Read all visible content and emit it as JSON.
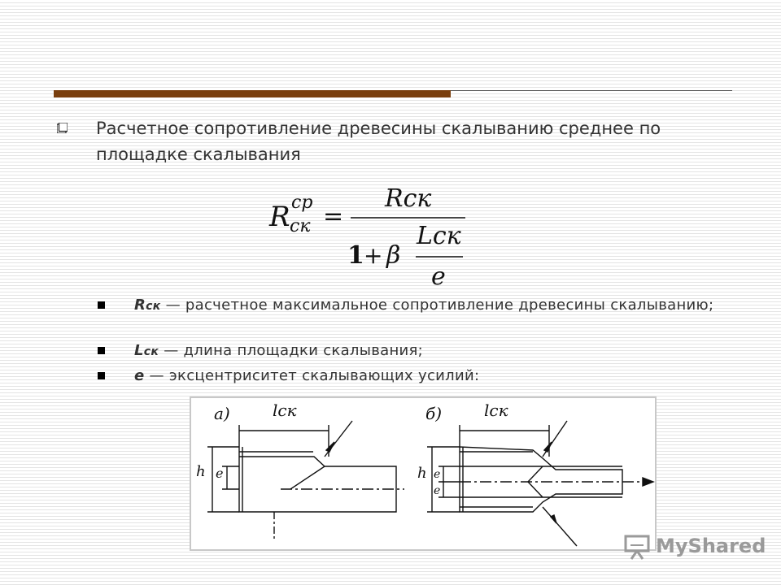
{
  "slide": {
    "main_point": "Расчетное сопротивление древесины скалыванию среднее по площадке скалывания",
    "formula": {
      "lhs_base": "R",
      "lhs_sup": "ср",
      "lhs_sub": "ск",
      "equals": "=",
      "numerator": "Rск",
      "one": "1",
      "plus": "+",
      "beta": "β",
      "inner_numerator": "Lск",
      "inner_denominator": "e"
    },
    "definitions": [
      {
        "symbol": "R",
        "symbol_sub": "ск",
        "text": " — расчетное максимальное сопротивление древесины скалыванию;"
      },
      {
        "symbol": "L",
        "symbol_sub": "ск",
        "text": " — длина площадки скалывания;"
      },
      {
        "symbol": "е",
        "symbol_sub": "",
        "text": " — эксцентриситет скалывающих усилий:"
      }
    ],
    "figure": {
      "panel_a_label": "а)",
      "panel_b_label": "б)",
      "length_label": "lск",
      "height_label": "h",
      "ecc_label": "e"
    }
  },
  "watermark": {
    "text": "MyShared",
    "icon": "presentation-board-icon"
  },
  "colors": {
    "accent_bar": "#7a3f0e",
    "text": "#333333"
  }
}
